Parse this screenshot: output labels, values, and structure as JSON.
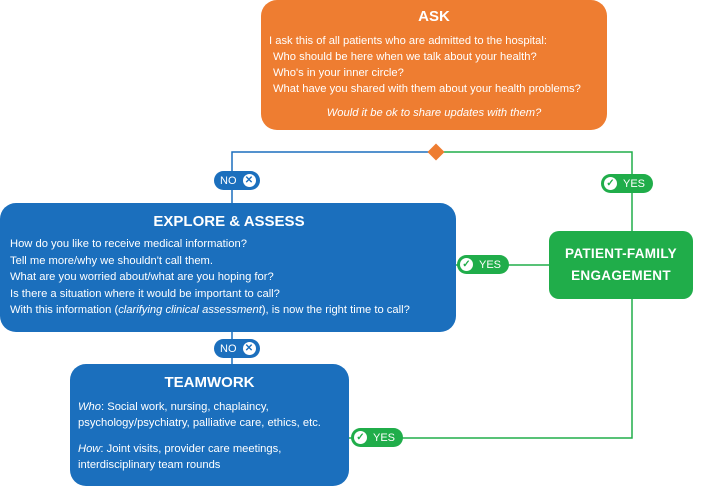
{
  "ask": {
    "title": "ASK",
    "lines": [
      "I ask this of all patients who are admitted to the hospital:",
      "Who should be here when we talk about your health?",
      "Who's in your inner circle?",
      "What have you shared with them about your health problems?"
    ],
    "question": "Would it be ok to share updates with them?"
  },
  "explore": {
    "title": "EXPLORE & ASSESS",
    "lines": [
      "How do you like to receive medical information?",
      "Tell me more/why we shouldn't call them.",
      "What are you worried about/what are you hoping for?",
      "Is there a situation where it would be important to call?"
    ],
    "last_prefix": "With this information (",
    "last_italic": "clarifying clinical assessment",
    "last_suffix": "), is now the right time to call?"
  },
  "teamwork": {
    "title": "TEAMWORK",
    "who_label": "Who",
    "who_text": ": Social work, nursing, chaplaincy,",
    "who_text2": "psychology/psychiatry, palliative care, ethics, etc.",
    "how_label": "How",
    "how_text": ": Joint visits, provider care meetings,",
    "how_text2": "interdisciplinary  team rounds"
  },
  "engagement": {
    "line1": "PATIENT-FAMILY",
    "line2": "ENGAGEMENT"
  },
  "labels": {
    "no": "NO",
    "yes": "YES"
  },
  "icons": {
    "no": "x-circle-icon",
    "yes": "check-circle-icon"
  },
  "colors": {
    "ask": "#ee7d31",
    "blue": "#1b6fbd",
    "green": "#20ad4a"
  }
}
